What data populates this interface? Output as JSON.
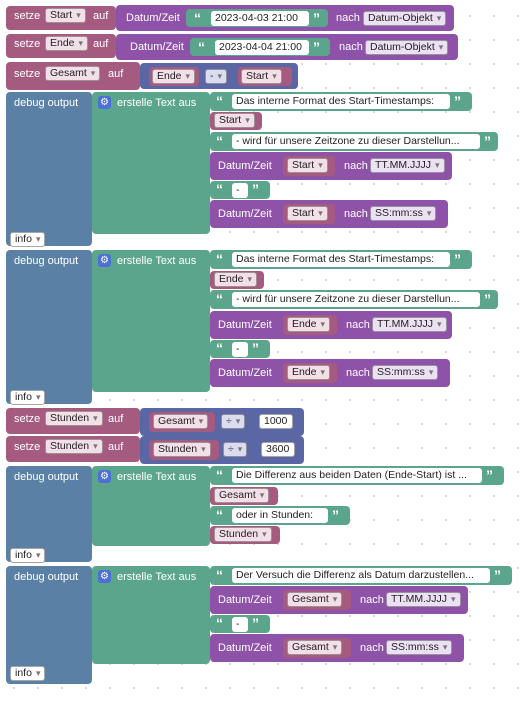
{
  "labels": {
    "set": "setze",
    "to": "auf",
    "datetime": "Datum/Zeit",
    "after": "nach",
    "debug": "debug output",
    "create_text": "erstelle Text aus",
    "info": "info"
  },
  "vars": {
    "start": "Start",
    "end": "Ende",
    "total": "Gesamt",
    "hours": "Stunden"
  },
  "formats": {
    "object": "Datum-Objekt",
    "date": "TT.MM.JJJJ",
    "time": "SS:mm:ss"
  },
  "ops": {
    "minus": "-",
    "divide": "÷"
  },
  "numbers": {
    "ms": "1000",
    "sec": "3600"
  },
  "strings": {
    "start_date": "2023-04-03 21:00",
    "end_date": "2023-04-04 21:00",
    "intern_format": "Das interne Format des Start-Timestamps:",
    "zone_text": "- wird für unsere Zeitzone zu dieser Darstellun...",
    "dash": "-",
    "difference": "Die Differenz aus beiden Daten (Ende-Start) ist ...",
    "in_hours": "oder in Stunden:",
    "attempt": "Der Versuch die Differenz als Datum darzustellen..."
  }
}
